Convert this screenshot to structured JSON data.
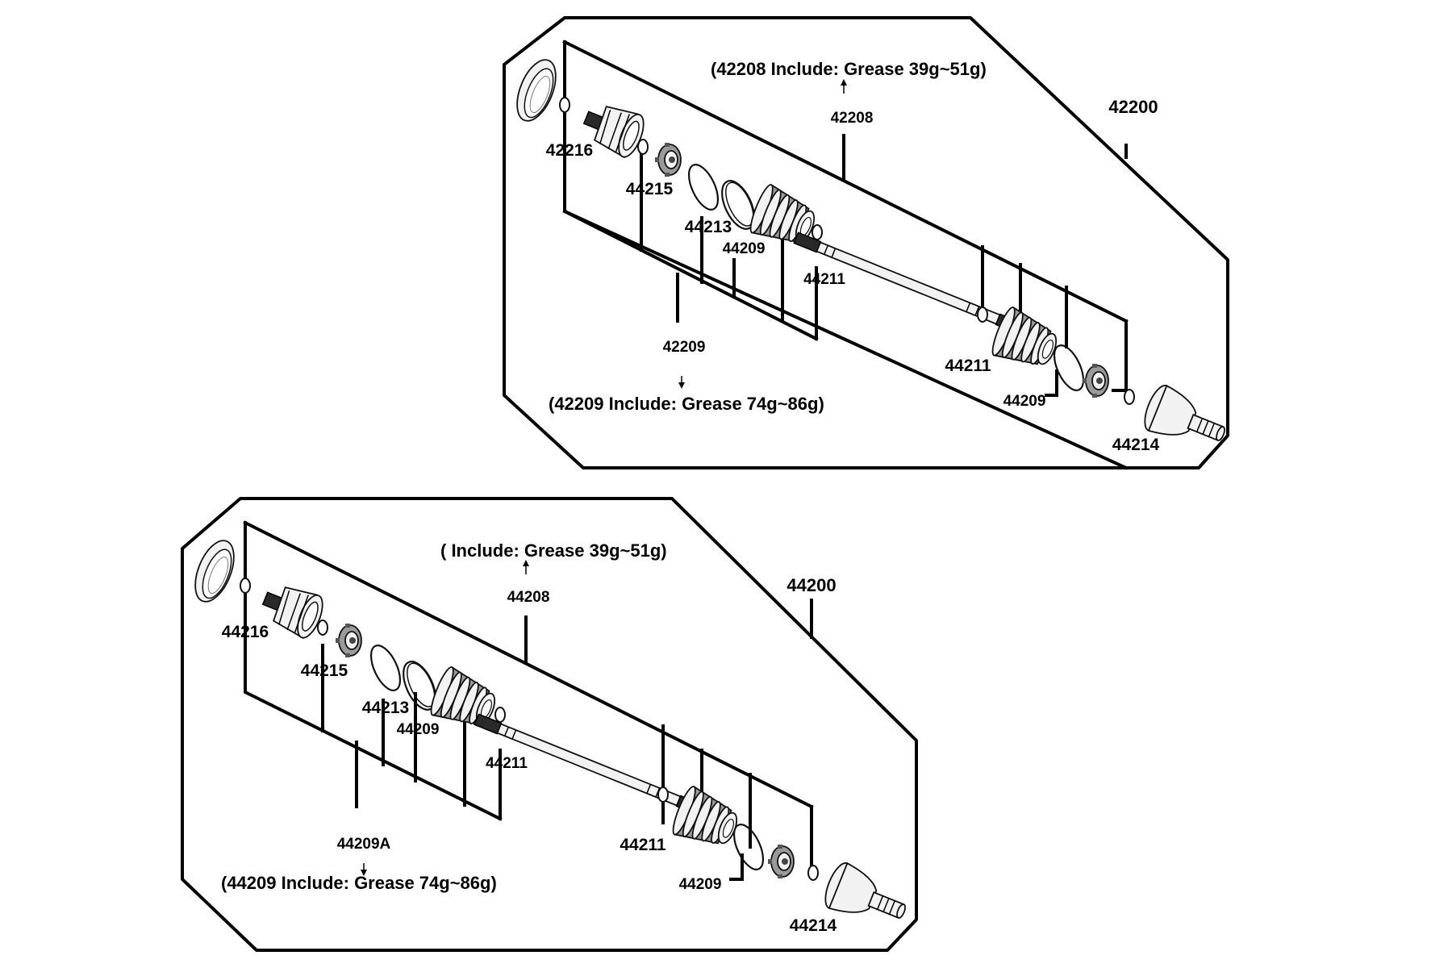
{
  "diagrams": [
    {
      "assembly_no": "42200",
      "note_top": "(42208 Include: Grease  39g~51g)",
      "joint_no": "42208",
      "kit_no": "42209",
      "note_bottom": "(42209 Include: Grease  74g~86g)",
      "parts": {
        "p44216": "42216",
        "p44215": "44215",
        "p44213": "44213",
        "p44209a": "44209",
        "p44211a": "44211",
        "p44211b": "44211",
        "p44209b": "44209",
        "p44214": "44214"
      }
    },
    {
      "assembly_no": "44200",
      "note_top": "( Include: Grease  39g~51g)",
      "joint_no": "44208",
      "kit_no": "44209A",
      "note_bottom": "(44209 Include: Grease  74g~86g)",
      "parts": {
        "p44216": "44216",
        "p44215": "44215",
        "p44213": "44213",
        "p44209a": "44209",
        "p44211a": "44211",
        "p44211b": "44211",
        "p44209b": "44209",
        "p44214": "44214"
      }
    }
  ]
}
